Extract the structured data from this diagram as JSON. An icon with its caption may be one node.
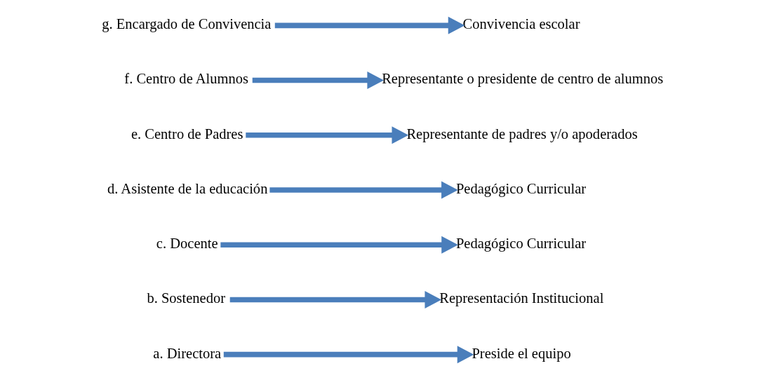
{
  "diagram": {
    "nodes": [
      {
        "text": [
          "a. Directora"
        ]
      },
      {
        "text": [
          "Preside el equipo"
        ]
      },
      {
        "text": [
          "b. Sostenedor"
        ]
      },
      {
        "text": [
          "Representación Institucional"
        ]
      },
      {
        "text": [
          "c. Docente"
        ]
      },
      {
        "text": [
          "Pedagógico Curricular"
        ]
      },
      {
        "text": [
          "d. Asistente de la educación"
        ]
      },
      {
        "text": [
          "Pedagógico Curricular"
        ]
      },
      {
        "text": [
          "e. Centro de Padres"
        ]
      },
      {
        "text": [
          "Representante de padres y/o apoderados"
        ]
      },
      {
        "text": [
          "f. Centro de Alumnos"
        ]
      },
      {
        "text": [
          "Representante o presidente de centro de alumnos"
        ]
      },
      {
        "text": [
          "g. Encargado de Convivencia"
        ]
      },
      {
        "text": [
          "Convivencia escolar"
        ]
      }
    ],
    "edges": [
      {
        "from": 0,
        "to": 1,
        "arrow": "to"
      },
      {
        "from": 2,
        "to": 3,
        "arrow": "to"
      },
      {
        "from": 4,
        "to": 5,
        "arrow": "to"
      },
      {
        "from": 6,
        "to": 7,
        "arrow": "to"
      },
      {
        "from": 8,
        "to": 9,
        "arrow": "to"
      },
      {
        "from": 10,
        "to": 11,
        "arrow": "to"
      },
      {
        "from": 12,
        "to": 13,
        "arrow": "to"
      }
    ]
  }
}
